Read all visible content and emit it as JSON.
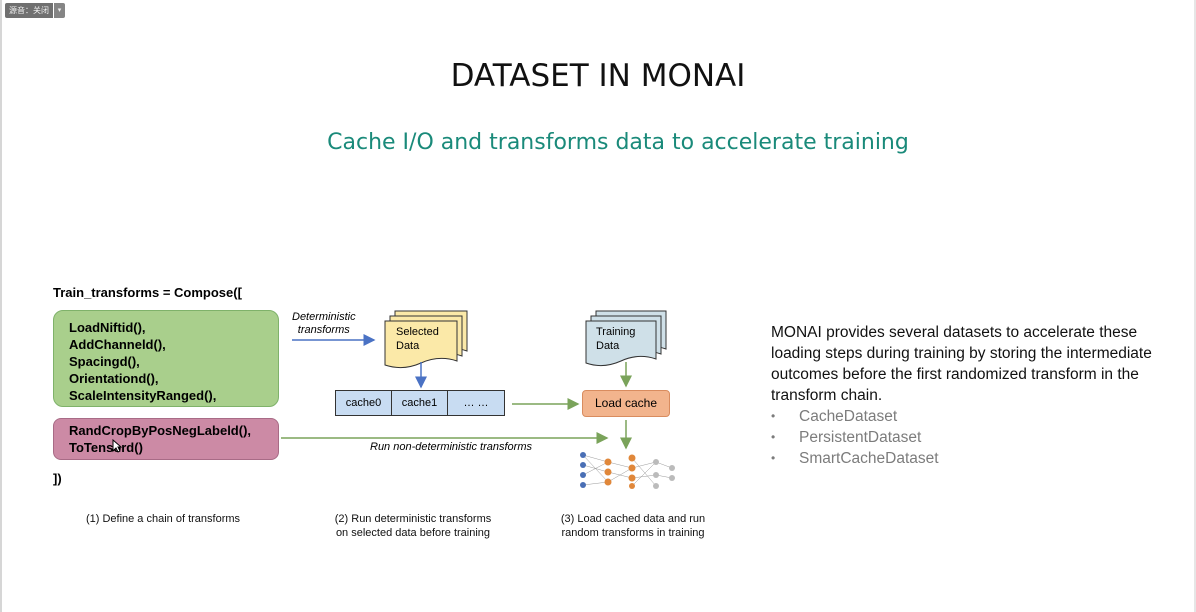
{
  "toolbar": {
    "pill_label": "源音：关闭",
    "dropdown_glyph": "▾"
  },
  "slide": {
    "title": "DATASET IN MONAI",
    "subtitle": "Cache I/O and transforms data to accelerate training"
  },
  "code": {
    "header": "Train_transforms = Compose([",
    "deterministic": [
      "LoadNiftid(),",
      "AddChanneld(),",
      "Spacingd(),",
      "Orientationd(),",
      "ScaleIntensityRanged(),"
    ],
    "random": [
      "RandCropByPosNegLabeld(),",
      "ToTensord()"
    ],
    "closing": "])"
  },
  "diagram": {
    "deterministic_label": [
      "Deterministic",
      "transforms"
    ],
    "selected_data": [
      "Selected",
      "Data"
    ],
    "training_data": [
      "Training",
      "Data"
    ],
    "cache_cells": [
      "cache0",
      "cache1",
      "… …"
    ],
    "load_cache": "Load cache",
    "run_label": "Run non-deterministic transforms"
  },
  "captions": {
    "step1": "(1) Define a chain of transforms",
    "step2": [
      "(2) Run deterministic transforms",
      "on selected data before training"
    ],
    "step3": [
      "(3) Load cached data and run",
      "random transforms in training"
    ]
  },
  "right": {
    "paragraph": "MONAI provides several datasets to accelerate these loading steps during training by storing the intermediate outcomes before the first randomized transform in the transform chain.",
    "bullets": [
      "CacheDataset",
      "PersistentDataset",
      "SmartCacheDataset"
    ]
  },
  "colors": {
    "subtitle": "#1a8a7a",
    "green_box": "#a9cf8c",
    "pink_box": "#cc8aa5",
    "cache_cell": "#c8dcf2",
    "load_cache": "#f2b48d",
    "selected_doc": "#fbe9a8",
    "training_doc": "#cfe0e8"
  }
}
